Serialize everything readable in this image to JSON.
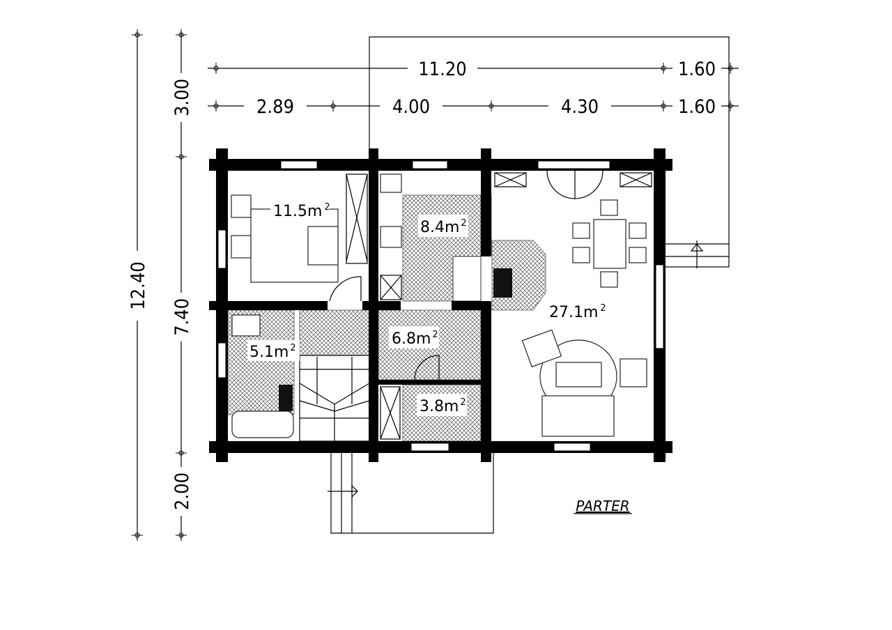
{
  "dimensions": {
    "top_overall": "11.20",
    "top_overall_terrace": "1.60",
    "top_segments": [
      "2.89",
      "4.00",
      "4.30",
      "1.60"
    ],
    "left_overall": "12.40",
    "left_segments": [
      "3.00",
      "7.40",
      "2.00"
    ]
  },
  "rooms": [
    {
      "area": "11.5m",
      "unit": "2"
    },
    {
      "area": "8.4m",
      "unit": "2"
    },
    {
      "area": "27.1m",
      "unit": "2"
    },
    {
      "area": "5.1m",
      "unit": "2"
    },
    {
      "area": "6.8m",
      "unit": "2"
    },
    {
      "area": "3.8m",
      "unit": "2"
    }
  ],
  "floor_label": "PARTER"
}
